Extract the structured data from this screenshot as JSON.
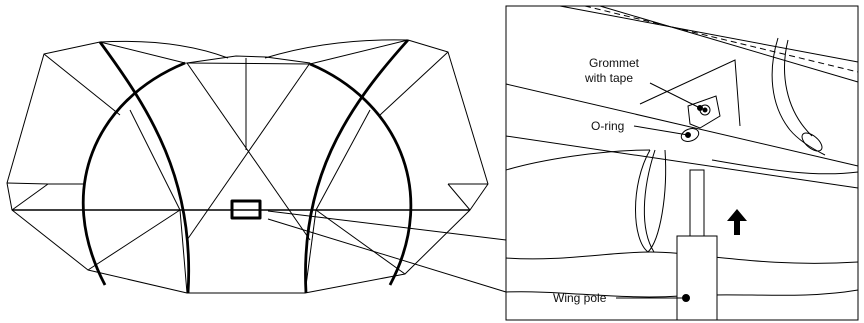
{
  "diagram": {
    "labels": {
      "grommet_line1": "Grommet",
      "grommet_line2": "with tape",
      "oring": "O-ring",
      "wing_pole": "Wing pole"
    },
    "parts": {
      "tent_overview": "tent-overview-figure",
      "detail_inset": "detail-inset-figure",
      "arrow": "up-arrow-icon"
    },
    "colors": {
      "line": "#000000",
      "background": "#ffffff",
      "fill": "#ffffff"
    }
  }
}
